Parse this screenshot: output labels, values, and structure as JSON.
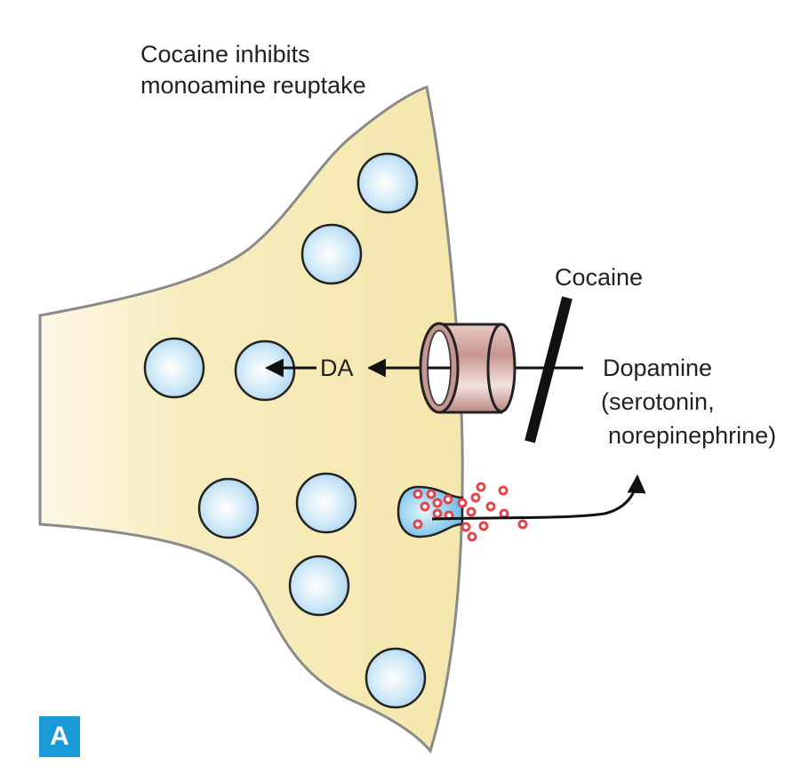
{
  "caption": {
    "line1": "Cocaine inhibits",
    "line2": "monoamine reuptake"
  },
  "labels": {
    "cocaine": "Cocaine",
    "da": "DA",
    "dopamine": "Dopamine",
    "serotonin": "(serotonin,",
    "norepinephrine": "norepinephrine)"
  },
  "panel": {
    "letter": "A",
    "color": "#1a9ad6"
  },
  "colors": {
    "neuron_fill": "#f6eab0",
    "neuron_outline": "#8a8a8a",
    "vesicle_fill": "#bfe0f3",
    "transporter": "#cfa09a",
    "molecule": "#e0474c",
    "arrow": "#111111"
  }
}
